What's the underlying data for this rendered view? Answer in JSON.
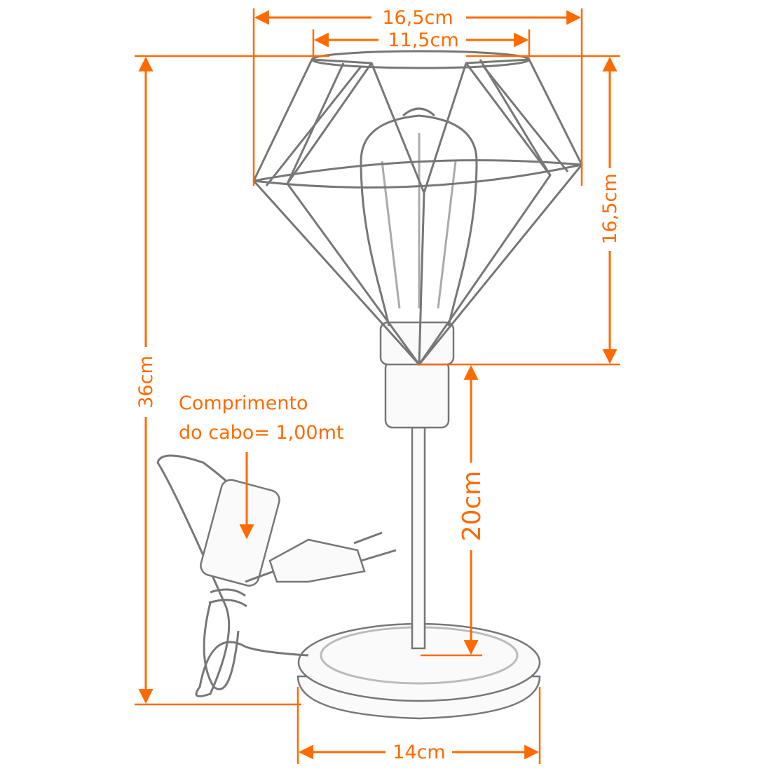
{
  "title": "Lamp dimensions",
  "accent_color": "#FF6A00",
  "dimensions": {
    "cage_width_outer": "16,5cm",
    "cage_width_top": "11,5cm",
    "total_height": "36cm",
    "cage_height": "16,5cm",
    "rod_height": "20cm",
    "base_diameter": "14cm"
  },
  "cable_note": {
    "line1": "Comprimento",
    "line2": "do cabo= 1,00mt"
  }
}
